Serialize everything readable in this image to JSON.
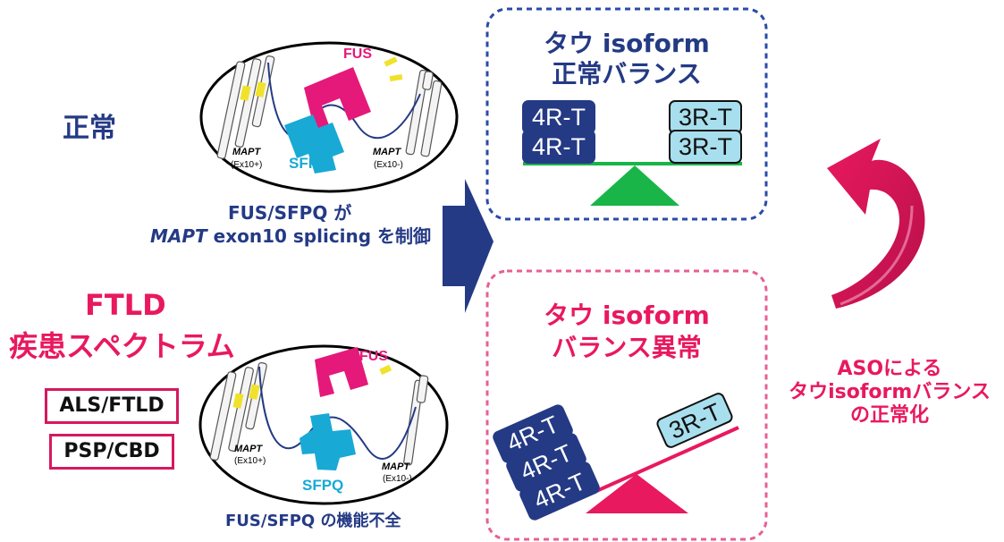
{
  "colors": {
    "navy": "#243a85",
    "magenta": "#e8195e",
    "fus_pink": "#e5197a",
    "sfpq_cyan": "#19a9d5",
    "balance_green": "#19b548",
    "light_blue": "#a8dfee",
    "mapt_yellow": "#f0e22a"
  },
  "labels": {
    "normal": "正常",
    "ftld_line1": "FTLD",
    "ftld_line2": "疾患スペクトラム",
    "tag_als": "ALS/FTLD",
    "tag_psp": "PSP/CBD"
  },
  "cell_normal": {
    "fus": "FUS",
    "sfpq": "SFPQ",
    "mapt_left": "MAPT",
    "exon_left": "(Ex10+)",
    "mapt_right": "MAPT",
    "exon_right": "(Ex10-)",
    "caption_line1": "FUS/SFPQ が",
    "caption_line2_italic": "MAPT",
    "caption_line2_rest": " exon10 splicing を制御"
  },
  "cell_disease": {
    "fus": "FUS",
    "sfpq": "SFPQ",
    "mapt_left": "MAPT",
    "exon_left": "(Ex10+)",
    "mapt_right": "MAPT",
    "exon_right": "(Ex10-)",
    "caption": "FUS/SFPQ の機能不全"
  },
  "box_normal": {
    "title_line1": "タウ isoform",
    "title_line2": "正常バランス",
    "left_pills": [
      "4R-T",
      "4R-T"
    ],
    "right_pills": [
      "3R-T",
      "3R-T"
    ]
  },
  "box_abnormal": {
    "title_line1": "タウ isoform",
    "title_line2": "バランス異常",
    "left_pills": [
      "4R-T",
      "4R-T",
      "4R-T"
    ],
    "right_pills": [
      "3R-T"
    ]
  },
  "aso": {
    "line1": "ASOによる",
    "line2": "タウisoformバランス",
    "line3": "の正常化"
  }
}
